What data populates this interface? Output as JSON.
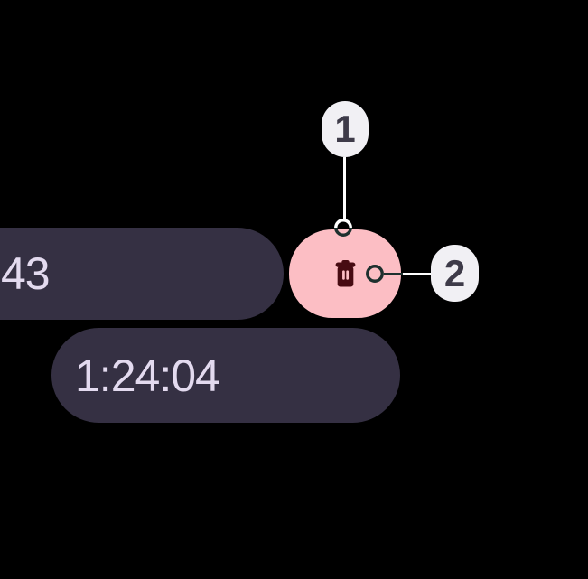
{
  "colors": {
    "background": "#000000",
    "pill_bg": "#353043",
    "pill_text": "#E3DAEF",
    "delete_bg": "#FCBEC4",
    "delete_icon": "#470B12",
    "callout_bg": "#F1F0F4",
    "callout_text": "#3E3B49",
    "connector_dark": "#1E302E",
    "connector_light": "#FFFFFF"
  },
  "time_pills": {
    "top_partial": "43",
    "bottom": "1:24:04"
  },
  "delete_button": {
    "icon": "trash-icon"
  },
  "callouts": {
    "one": "1",
    "two": "2"
  }
}
